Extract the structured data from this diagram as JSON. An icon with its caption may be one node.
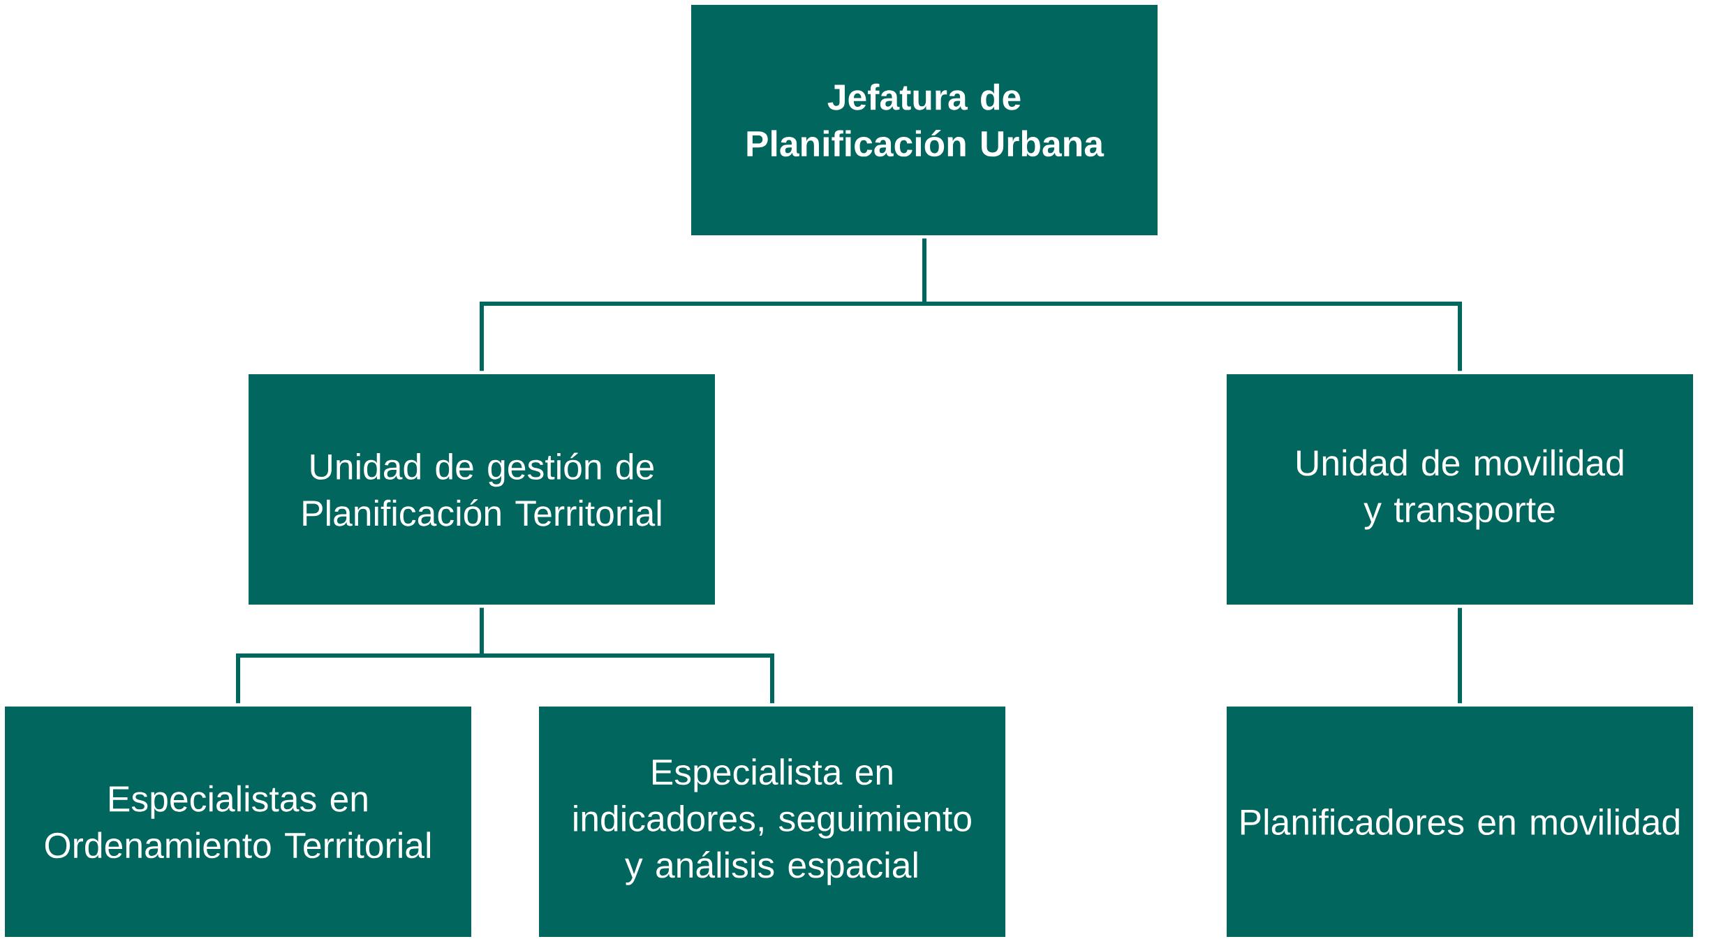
{
  "diagram": {
    "nodes": [
      {
        "text": [
          "Jefatura de Planificación Urbana"
        ]
      },
      {
        "text": [
          "Unidad de gestión de Planificación Territorial"
        ]
      },
      {
        "text": [
          "Unidad de movilidad y transporte"
        ]
      },
      {
        "text": [
          "Especialistas en Ordenamiento Territorial"
        ]
      },
      {
        "text": [
          "Especialista en indicadores, seguimiento y análisis espacial"
        ]
      },
      {
        "text": [
          "Planificadores en movilidad"
        ]
      }
    ],
    "edges": [
      {
        "from": 0,
        "to": 1,
        "arrow": "none"
      },
      {
        "from": 0,
        "to": 2,
        "arrow": "none"
      },
      {
        "from": 1,
        "to": 3,
        "arrow": "none"
      },
      {
        "from": 1,
        "to": 4,
        "arrow": "none"
      },
      {
        "from": 2,
        "to": 5,
        "arrow": "none"
      }
    ]
  }
}
